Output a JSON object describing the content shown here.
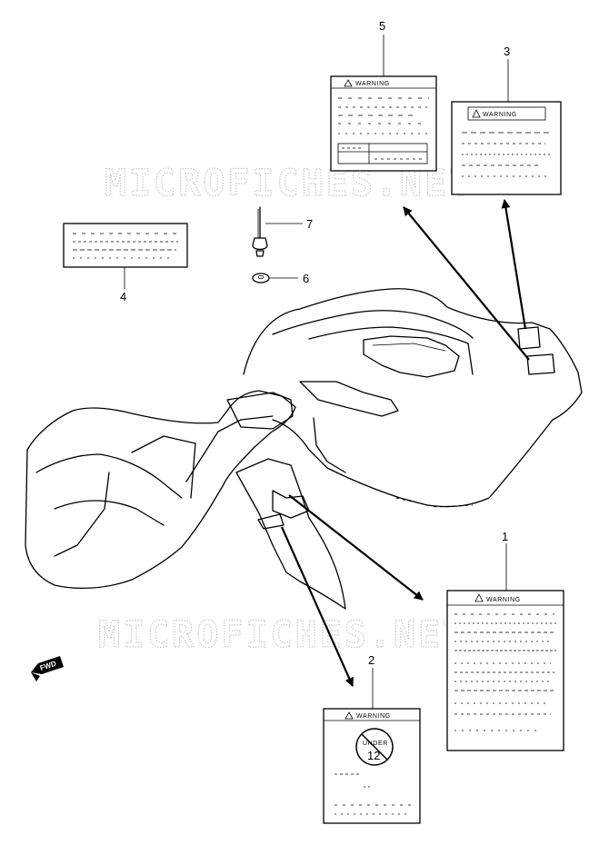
{
  "watermark": "MICROFICHES.NET",
  "callouts": {
    "c1": "1",
    "c2": "2",
    "c3": "3",
    "c4": "4",
    "c5": "5",
    "c6": "6",
    "c7": "7"
  },
  "labels": {
    "label1_heading": "WARNING",
    "label2_heading": "WARNING",
    "label2_icon_top": "UNDER",
    "label2_icon_num": "12",
    "label3_heading": "WARNING",
    "label5_heading": "WARNING"
  },
  "fwd_marker": "FWD"
}
